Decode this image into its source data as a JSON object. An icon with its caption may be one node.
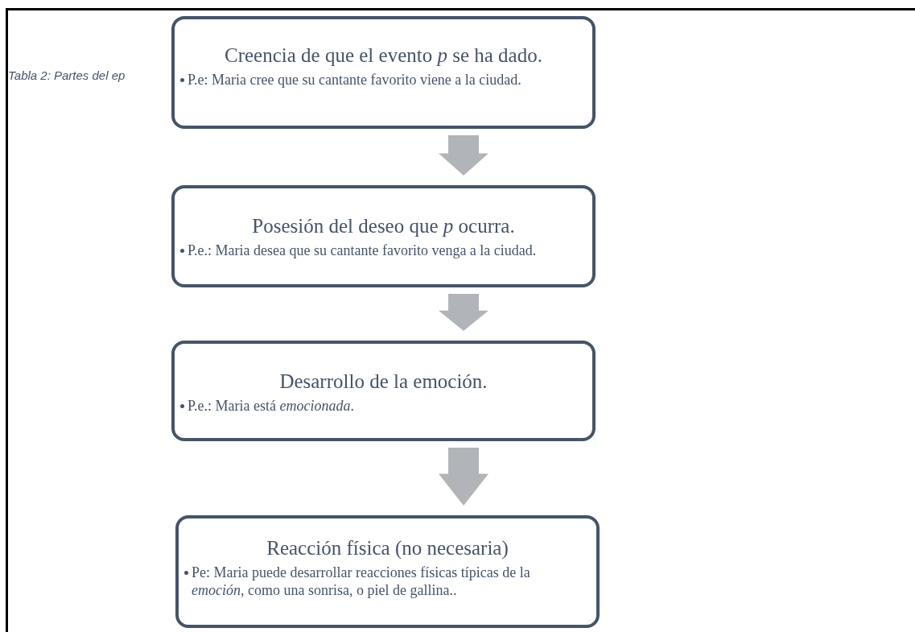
{
  "diagram": {
    "nodes": [
      {
        "text": [
          "Creencia de que el evento *p* se ha dado.",
          "P.e: Maria cree que su cantante favorito viene a la ciudad."
        ]
      },
      {
        "text": [
          "Posesión del deseo que *p* ocurra.",
          "P.e.: Maria desea que su cantante favorito venga a la ciudad."
        ]
      },
      {
        "text": [
          "Desarrollo de la emoción.",
          "P.e.: Maria está *emocionada*."
        ]
      },
      {
        "text": [
          "Reacción física (no necesaria)",
          "Pe: Maria puede desarrollar reacciones físicas típicas de la *emoción*, como una sonrisa, o piel de gallina.."
        ]
      }
    ],
    "edges": [
      {
        "from": 0,
        "to": 1,
        "arrow": "to"
      },
      {
        "from": 1,
        "to": 2,
        "arrow": "to"
      },
      {
        "from": 2,
        "to": 3,
        "arrow": "to"
      }
    ],
    "labels": [
      "Tabla 2: Partes del ep"
    ]
  }
}
